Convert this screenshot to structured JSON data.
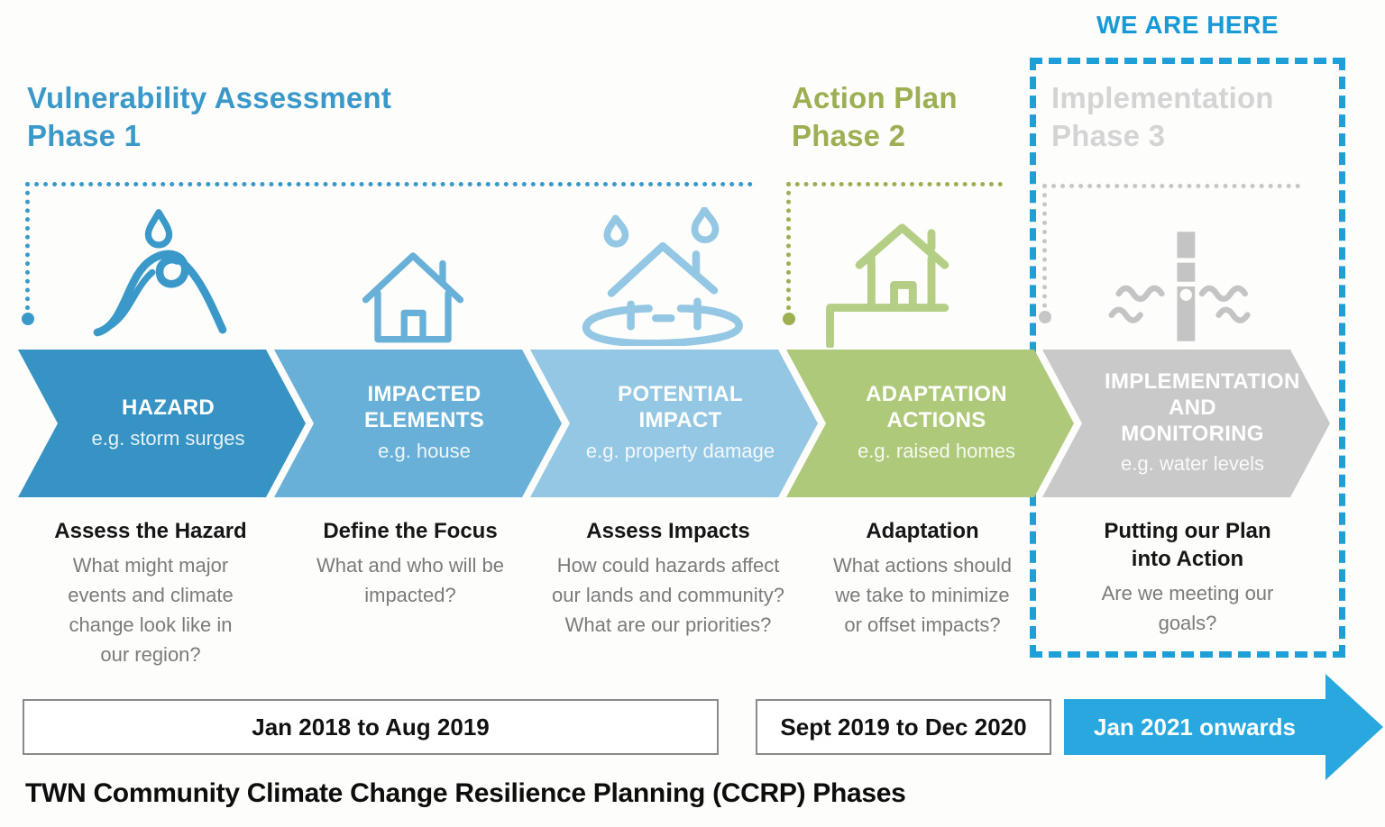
{
  "banner": {
    "we_are_here": "WE ARE HERE"
  },
  "phase_headers": [
    {
      "title": "Vulnerability Assessment",
      "subtitle": "Phase 1",
      "color": "#3a99c9"
    },
    {
      "title": "Action Plan",
      "subtitle": "Phase 2",
      "color": "#9cb053"
    },
    {
      "title": "Implementation",
      "subtitle": "Phase 3",
      "color": "#d4d4d4"
    }
  ],
  "steps": [
    {
      "label": "HAZARD",
      "example": "e.g. storm surges",
      "icon": "wave-icon",
      "color": "#3793c4",
      "desc_title": "Assess the Hazard",
      "desc_body": "What might major events and climate change look like in our region?"
    },
    {
      "label": "IMPACTED ELEMENTS",
      "example": "e.g. house",
      "icon": "house-icon",
      "color": "#68b0d7",
      "desc_title": "Define the Focus",
      "desc_body": "What and who will be impacted?"
    },
    {
      "label": "POTENTIAL IMPACT",
      "example": "e.g. property damage",
      "icon": "flooded-house-icon",
      "color": "#94c7e3",
      "desc_title": "Assess Impacts",
      "desc_body": "How could hazards affect our lands and community?\nWhat are our priorities?"
    },
    {
      "label": "ADAPTATION ACTIONS",
      "example": "e.g. raised homes",
      "icon": "raised-home-icon",
      "color": "#afc97b",
      "desc_title": "Adaptation",
      "desc_body": "What actions should we take to minimize or offset impacts?"
    },
    {
      "label": "IMPLEMENTATION AND MONITORING",
      "example": "e.g. water levels",
      "icon": "water-gauge-icon",
      "color": "#c9c9c9",
      "desc_title": "Putting our Plan into Action",
      "desc_body": "Are we meeting our goals?"
    }
  ],
  "timeline": {
    "box1": "Jan 2018 to Aug 2019",
    "box2": "Sept 2019 to Dec 2020",
    "arrow": "Jan 2021 onwards"
  },
  "footer_title": "TWN Community Climate Change Resilience Planning (CCRP) Phases",
  "colors": {
    "accent_blue": "#189ad6",
    "phase1_blue": "#3a99c9",
    "phase2_green": "#9cb053",
    "phase3_gray": "#d4d4d4",
    "arrow_blue": "#29a8e0",
    "body_text_gray": "#7b7b7b"
  }
}
